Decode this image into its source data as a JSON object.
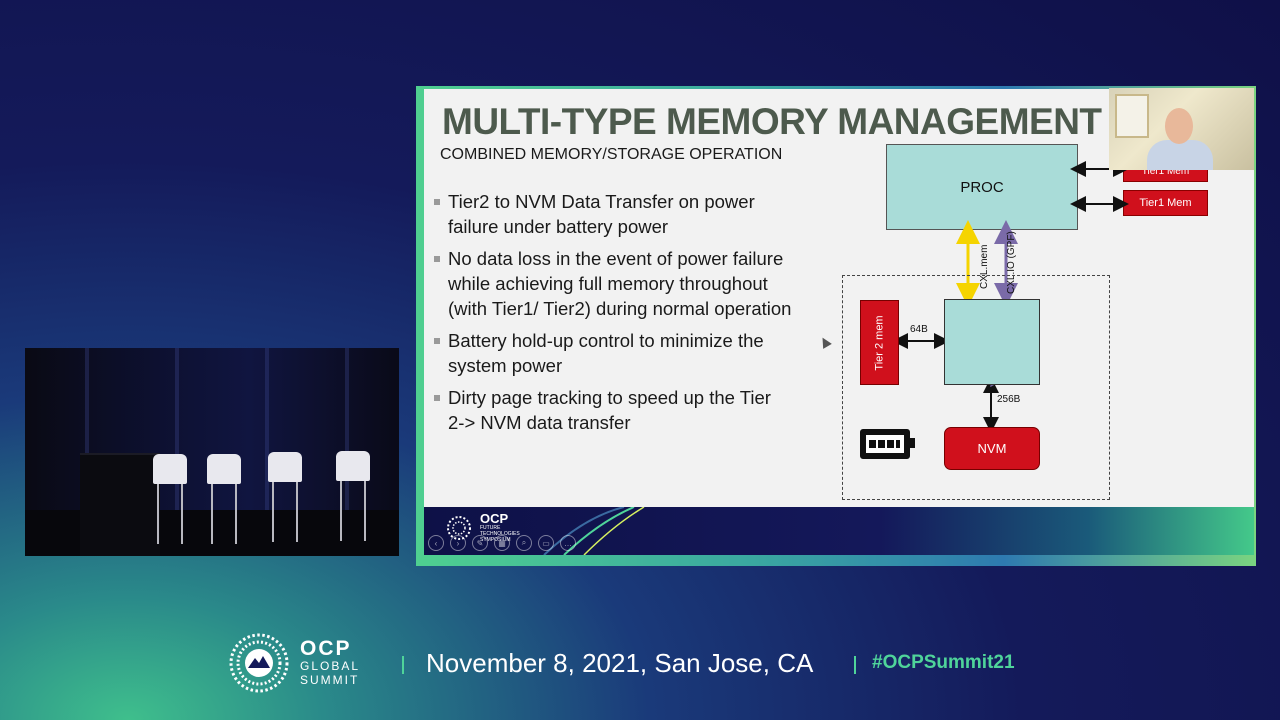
{
  "slide": {
    "title": "MULTI-TYPE MEMORY MANAGEMENT",
    "subtitle": "COMBINED MEMORY/STORAGE OPERATION",
    "bullets": [
      "Tier2 to NVM Data Transfer on power failure under battery power",
      "No data loss in the event of power failure while achieving full memory throughout (with Tier1/ Tier2) during normal operation",
      "Battery hold-up control to minimize the system power",
      "Dirty page tracking to speed up the Tier 2-> NVM data transfer"
    ],
    "diagram": {
      "proc_label": "PROC",
      "tier1_label": "Tier1 Mem",
      "tier1_hidden_label": "Tier1 Mem",
      "tier2_label": "Tier 2 mem",
      "nvm_label": "NVM",
      "link_cxl_mem": "CXL.mem",
      "link_cxl_io": "CXL.IO (GPF)",
      "link_64b": "64B",
      "link_256b": "256B"
    },
    "footer": {
      "logo_main": "OCP",
      "logo_sub1": "FUTURE",
      "logo_sub2": "TECHNOLOGIES",
      "logo_sub3": "SYMPOSIUM"
    }
  },
  "event": {
    "logo_main": "OCP",
    "logo_line2": "GLOBAL",
    "logo_line3": "SUMMIT",
    "date_location": "November 8, 2021, San Jose, CA",
    "hashtag": "#OCPSummit21"
  },
  "colors": {
    "accent_green": "#4fd49a",
    "memory_red": "#d0101c",
    "box_teal": "#a9dcd8",
    "arrow_yellow": "#f5d400",
    "arrow_purple": "#7a6aa8"
  }
}
